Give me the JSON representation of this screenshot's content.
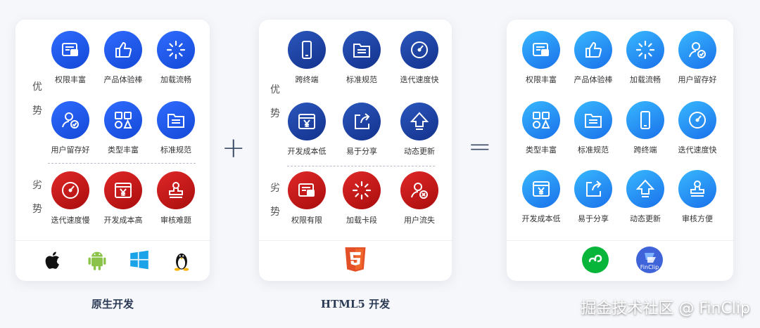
{
  "panels": {
    "native": {
      "title": "原生开发",
      "adv_label": [
        "优",
        "势"
      ],
      "disadv_label": [
        "劣",
        "势"
      ],
      "advantages": [
        "权限丰富",
        "产品体验棒",
        "加载流畅",
        "用户留存好",
        "类型丰富",
        "标准规范"
      ],
      "disadvantages": [
        "迭代速度慢",
        "开发成本高",
        "审核难题"
      ],
      "platforms": [
        "apple-icon",
        "android-icon",
        "windows-icon",
        "linux-icon"
      ]
    },
    "html5": {
      "title": "HTML5 开发",
      "adv_label": [
        "优",
        "势"
      ],
      "disadv_label": [
        "劣",
        "势"
      ],
      "advantages": [
        "跨终端",
        "标准规范",
        "迭代速度快",
        "开发成本低",
        "易于分享",
        "动态更新"
      ],
      "disadvantages": [
        "权限有限",
        "加载卡段",
        "用户流失"
      ],
      "platforms": [
        "html5-icon"
      ]
    },
    "result": {
      "items": [
        "权限丰富",
        "产品体验棒",
        "加载流畅",
        "用户留存好",
        "类型丰富",
        "标准规范",
        "跨终端",
        "迭代速度快",
        "开发成本低",
        "易于分享",
        "动态更新",
        "审核方便"
      ],
      "platforms": [
        "miniprogram-icon",
        "finclip-icon"
      ],
      "finclip_text": "FinClip"
    }
  },
  "operators": {
    "plus": "+",
    "equals": "="
  },
  "watermark": "掘金技术社区 @ FinClip",
  "colors": {
    "royal": "#1f5ef0",
    "navy": "#1d3f9e",
    "red": "#c81818",
    "sky": "#2a92f5"
  }
}
